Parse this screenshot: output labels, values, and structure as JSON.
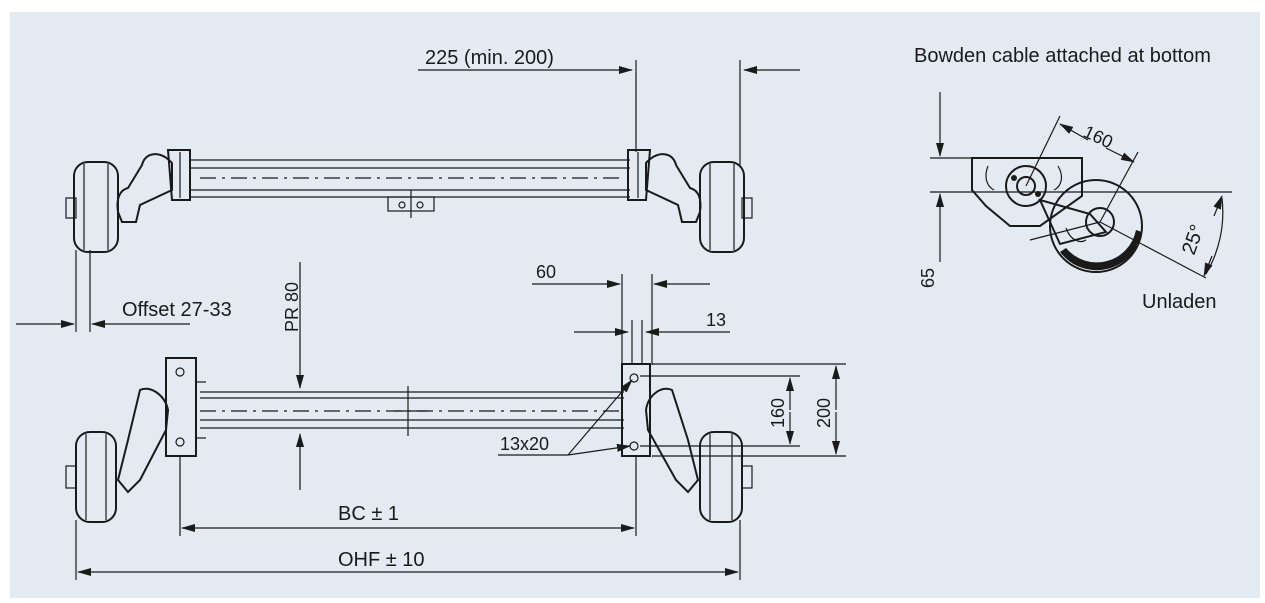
{
  "labels": {
    "spacing": "225 (min. 200)",
    "offset": "Offset 27-33",
    "pr": "PR 80",
    "sixty": "60",
    "thirteen": "13",
    "hole": "13x20",
    "d160": "160",
    "d200": "200",
    "bc": "BC ± 1",
    "ohf": "OHF ± 10",
    "bowden": "Bowden cable attached at bottom",
    "r160": "160",
    "angle": "25°",
    "sixtyfive": "65",
    "unladen": "Unladen"
  }
}
